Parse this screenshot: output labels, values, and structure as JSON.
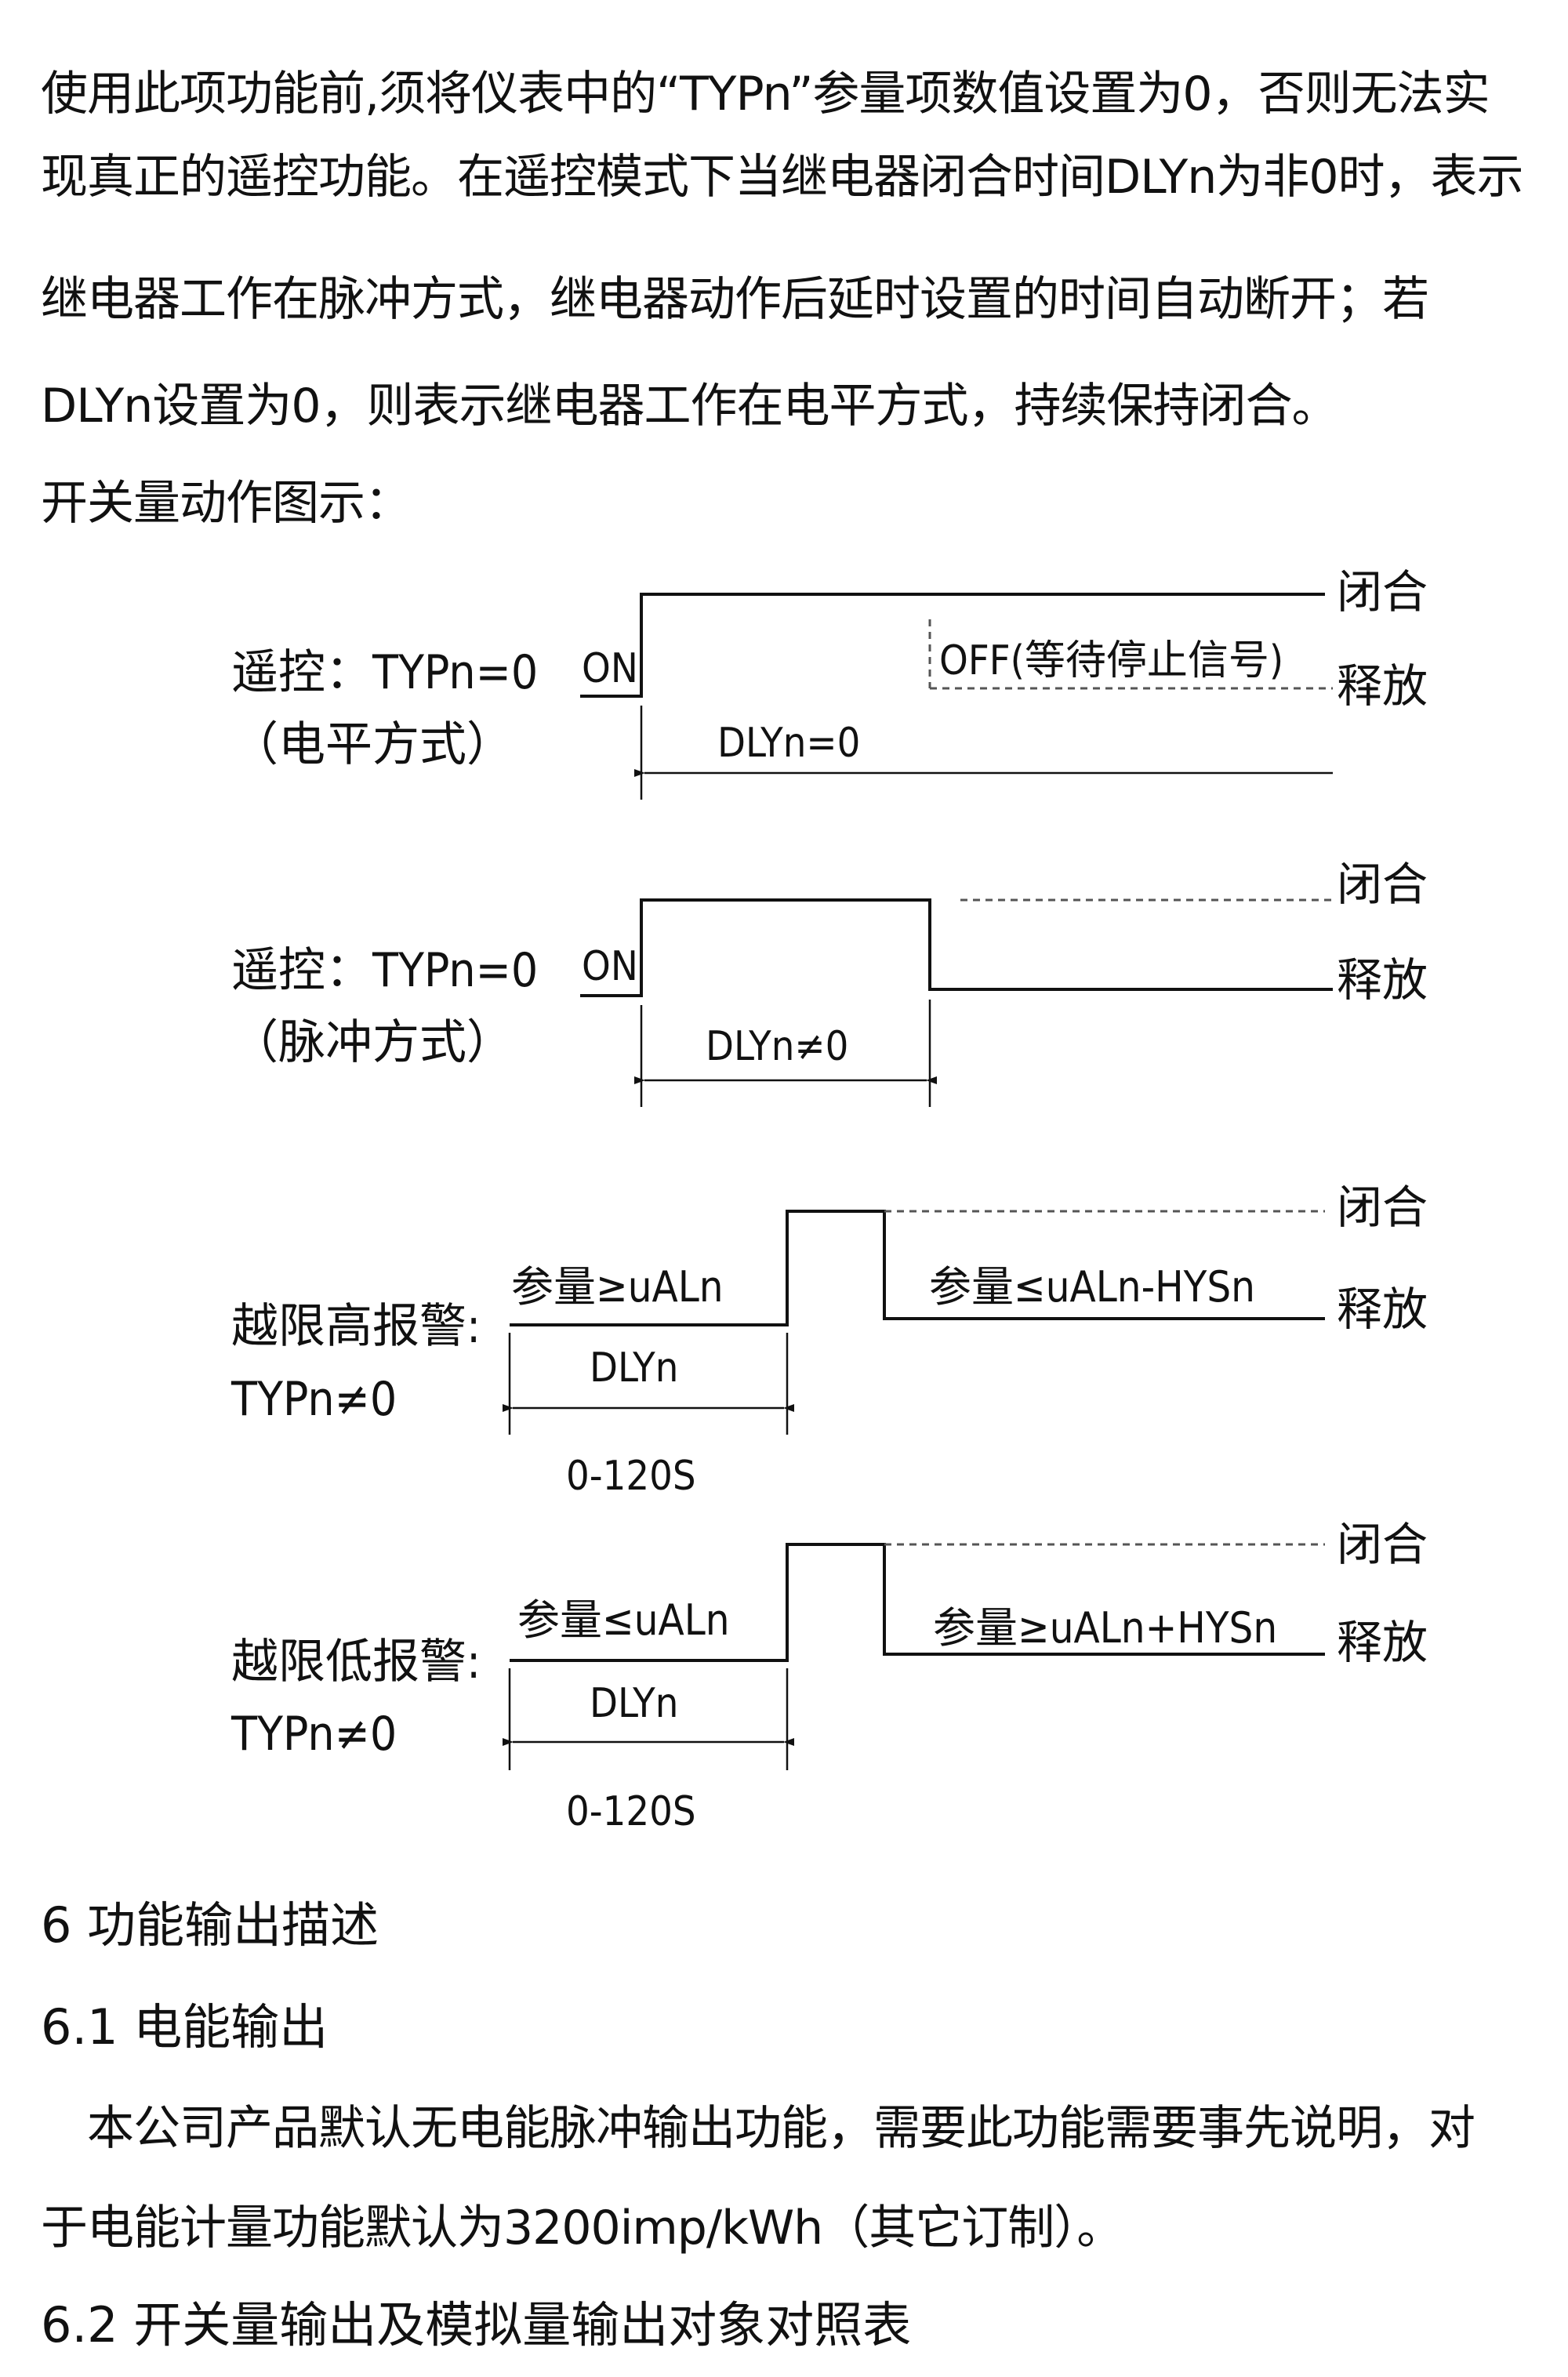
{
  "intro": {
    "lines": [
      "使用此项功能前,须将仪表中的“TYPn”参量项数值设置为0，否则无法实",
      "现真正的遥控功能。在遥控模式下当继电器闭合时间DLYn为非0时，表示",
      "继电器工作在脉冲方式，继电器动作后延时设置的时间自动断开；若",
      "DLYn设置为0，则表示继电器工作在电平方式，持续保持闭合。",
      "开关量动作图示："
    ]
  },
  "diagrams": {
    "closed_label": "闭合",
    "release_label": "释放",
    "d1": {
      "title": "遥控：TYPn=0",
      "subtitle": "（电平方式）",
      "on": "ON",
      "off": "OFF(等待停止信号)",
      "dly": "DLYn=0"
    },
    "d2": {
      "title": "遥控：TYPn=0",
      "subtitle": "（脉冲方式）",
      "on": "ON",
      "dly": "DLYn≠0"
    },
    "d3": {
      "title": "越限高报警:",
      "subtitle": "TYPn≠0",
      "cond_on": "参量≥uALn",
      "cond_off": "参量≤uALn-HYSn",
      "dly": "DLYn",
      "range": "0-120S"
    },
    "d4": {
      "title": "越限低报警:",
      "subtitle": "TYPn≠0",
      "cond_on": "参量≤uALn",
      "cond_off": "参量≥uALn+HYSn",
      "dly": "DLYn",
      "range": "0-120S"
    }
  },
  "section6": {
    "heading": "6 功能输出描述",
    "s61": {
      "heading": "6.1 电能输出",
      "lines": [
        "　本公司产品默认无电能脉冲输出功能，需要此功能需要事先说明，对",
        "于电能计量功能默认为3200imp/kWh（其它订制）。"
      ]
    },
    "s62": {
      "heading": "6.2 开关量输出及模拟量输出对象对照表"
    }
  }
}
